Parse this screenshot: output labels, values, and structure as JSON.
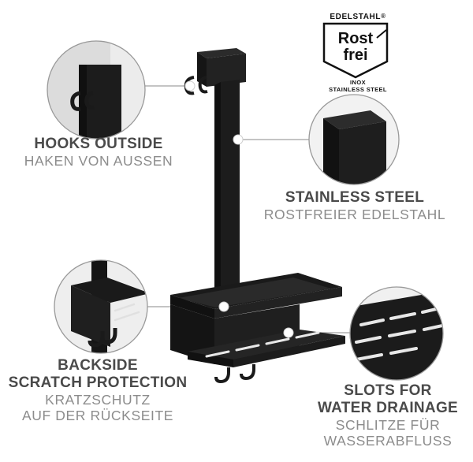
{
  "badge": {
    "top": "EDELSTAHL",
    "registered": "®",
    "word1": "Rost",
    "word2": "frei",
    "sub1": "INOX",
    "sub2": "STAINLESS STEEL"
  },
  "features": [
    {
      "title": "HOOKS OUTSIDE",
      "subtitle": "HAKEN VON AUSSEN"
    },
    {
      "title": "STAINLESS STEEL",
      "subtitle": "ROSTFREIER EDELSTAHL"
    },
    {
      "title_line1": "BACKSIDE",
      "title_line2": "SCRATCH PROTECTION",
      "subtitle_line1": "KRATZSCHUTZ",
      "subtitle_line2": "AUF DER RÜCKSEITE"
    },
    {
      "title_line1": "SLOTS FOR",
      "title_line2": "WATER DRAINAGE",
      "subtitle_line1": "SCHLITZE FÜR",
      "subtitle_line2": "WASSERABFLUSS"
    }
  ],
  "colors": {
    "product": "#1c1c1c",
    "heading": "#4a4a4a",
    "subheading": "#8c8c8c",
    "callout_line": "#999999"
  }
}
